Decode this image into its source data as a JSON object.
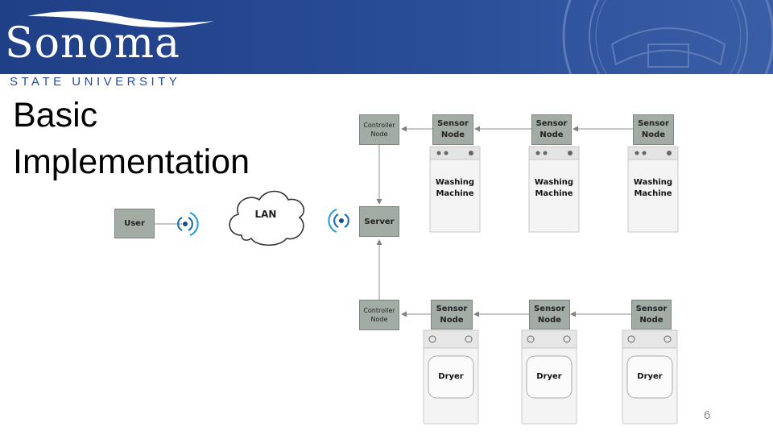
{
  "header": {
    "logo_name": "Sonoma",
    "logo_tagline": "STATE UNIVERSITY",
    "brand_color": "#2a4d98"
  },
  "slide": {
    "title": "Basic Implementation",
    "page_number": "6"
  },
  "diagram": {
    "user": "User",
    "lan": "LAN",
    "server": "Server",
    "controller_top": "Controller\nNode",
    "controller_bottom": "Controller\nNode",
    "sensors_top": [
      "Sensor\nNode",
      "Sensor\nNode",
      "Sensor\nNode"
    ],
    "sensors_bottom": [
      "Sensor\nNode",
      "Sensor\nNode",
      "Sensor\nNode"
    ],
    "washers": [
      "Washing\nMachine",
      "Washing\nMachine",
      "Washing\nMachine"
    ],
    "dryers": [
      "Dryer",
      "Dryer",
      "Dryer"
    ],
    "icons": [
      "wifi-icon",
      "cloud-icon",
      "washing-machine-icon",
      "dryer-icon"
    ]
  }
}
